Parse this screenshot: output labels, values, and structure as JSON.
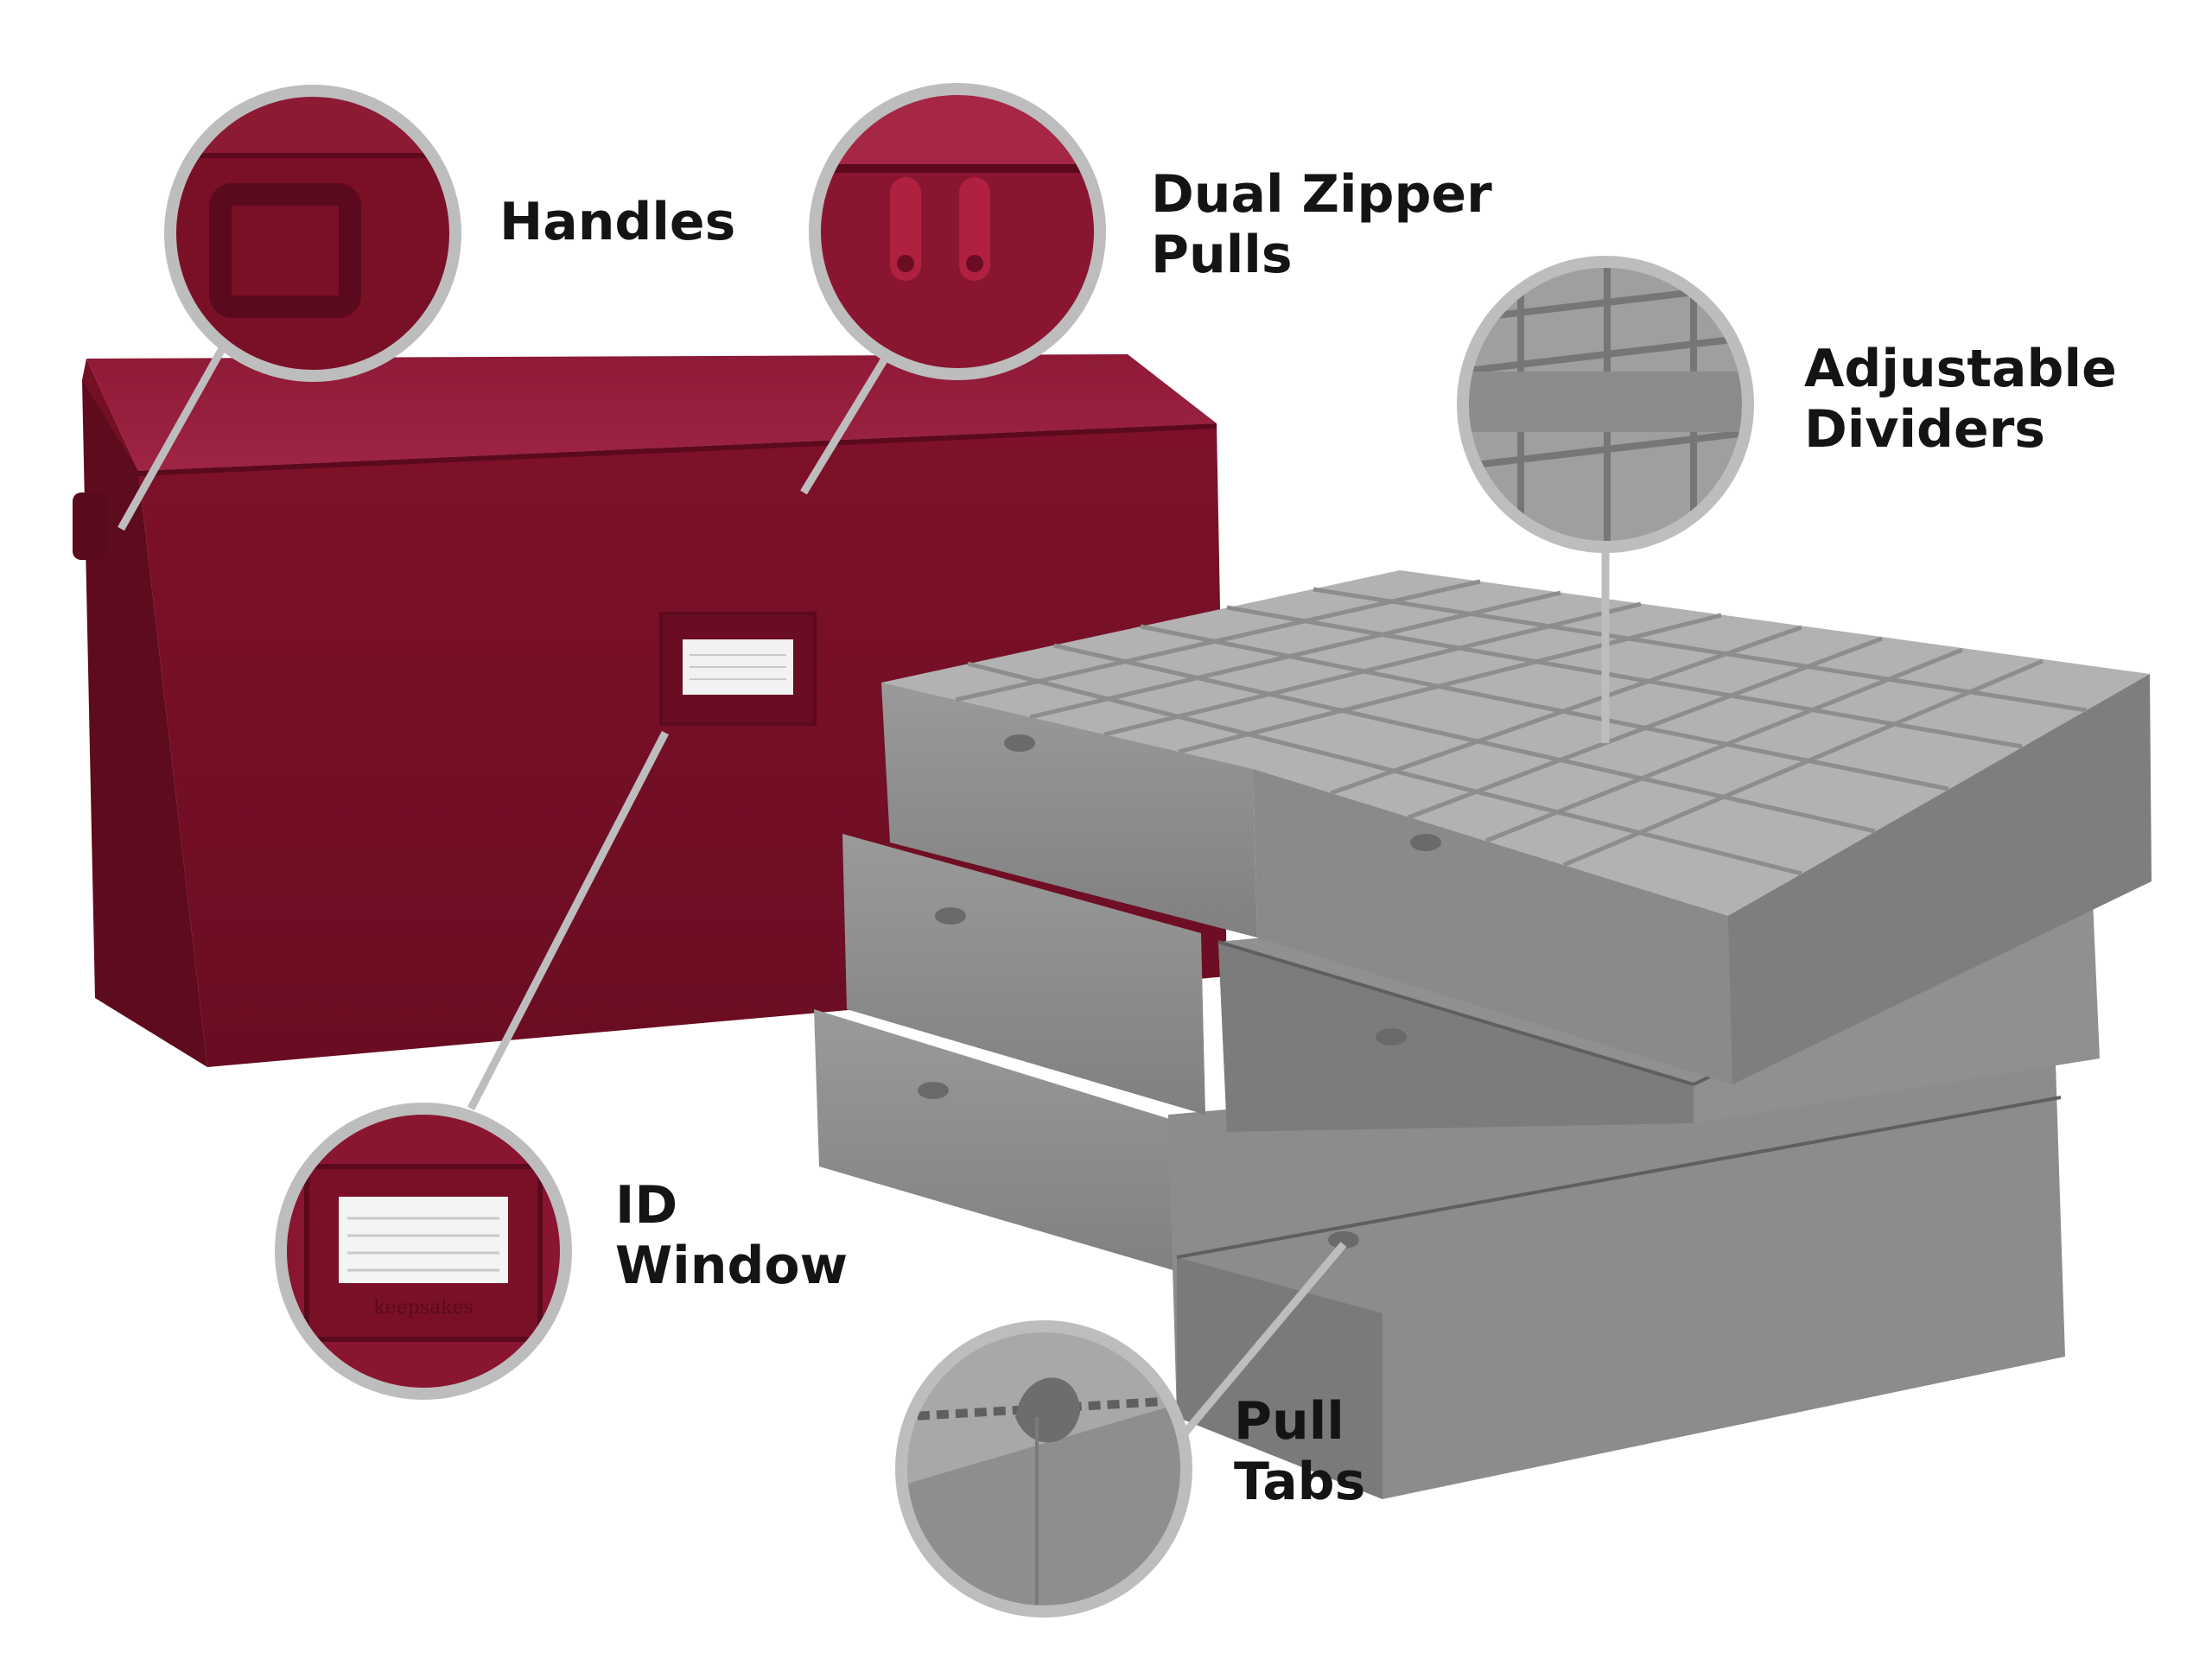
{
  "colors": {
    "box_red": "#8a1530",
    "box_red_dark": "#6e0f25",
    "box_red_light": "#a52040",
    "tray_gray": "#8a8a8a",
    "tray_gray_dark": "#5f5f5f",
    "tray_gray_light": "#b4b4b4",
    "callout_ring": "#bdbdbd",
    "label_text": "#141414"
  },
  "callouts": {
    "handles": {
      "line1": "Handles",
      "icon": "handle-detail"
    },
    "zipper": {
      "line1": "Dual Zipper",
      "line2": "Pulls",
      "icon": "zipper-detail"
    },
    "dividers": {
      "line1": "Adjustable",
      "line2": "Dividers",
      "icon": "divider-detail"
    },
    "id_window": {
      "line1": "ID",
      "line2": "Window",
      "icon": "id-window-detail",
      "brand": "keepsakes"
    },
    "pull_tabs": {
      "line1": "Pull",
      "line2": "Tabs",
      "icon": "pull-tab-detail"
    }
  }
}
